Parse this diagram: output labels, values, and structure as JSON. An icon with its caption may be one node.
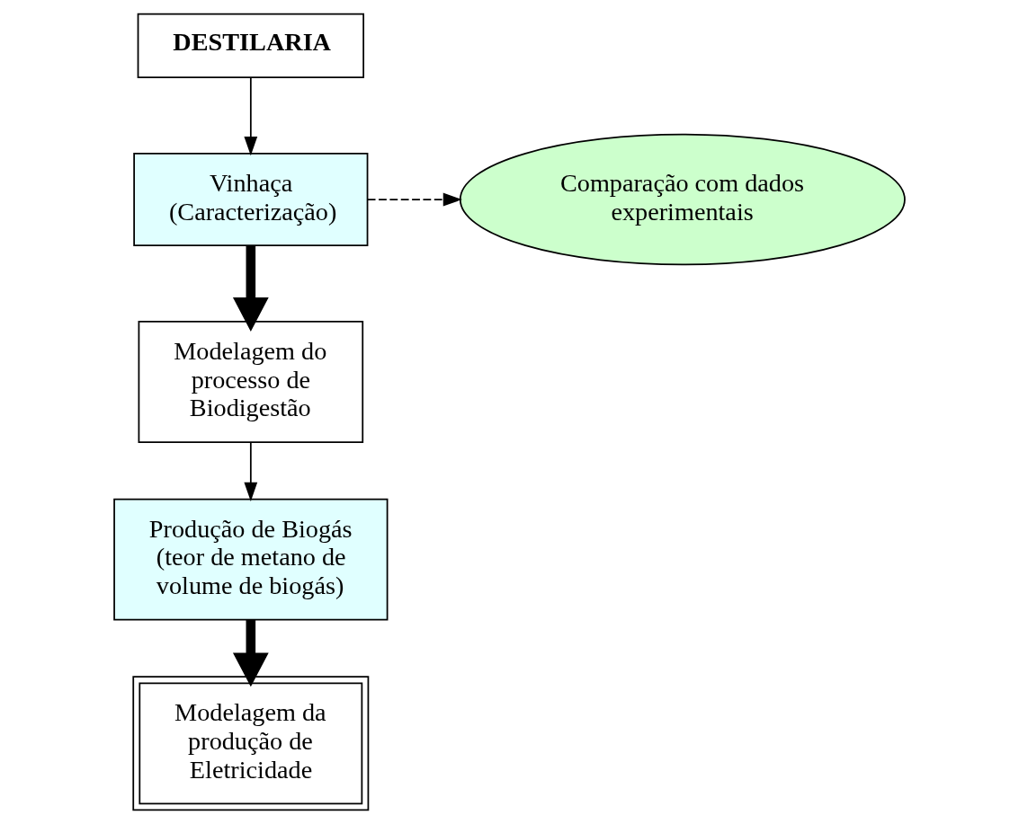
{
  "diagram": {
    "nodes": [
      {
        "text": [
          "DESTILARIA"
        ]
      },
      {
        "text": [
          "Vinhaça (Caracterização)"
        ]
      },
      {
        "text": [
          "Comparação com dados experimentais"
        ]
      },
      {
        "text": [
          "Modelagem do processo de Biodigestão"
        ]
      },
      {
        "text": [
          "Produção de Biogás (teor de metano de volume de biogás)"
        ]
      },
      {
        "text": [
          "Modelagem da produção de Eletricidade"
        ]
      }
    ],
    "edges": [
      {
        "from": 0,
        "to": 1,
        "arrow": "to"
      },
      {
        "from": 1,
        "to": 2,
        "arrow": "to",
        "style": "dashed"
      },
      {
        "from": 1,
        "to": 3,
        "arrow": "to",
        "style": "thick"
      },
      {
        "from": 3,
        "to": 4,
        "arrow": "to"
      },
      {
        "from": 4,
        "to": 5,
        "arrow": "to",
        "style": "thick"
      }
    ]
  }
}
